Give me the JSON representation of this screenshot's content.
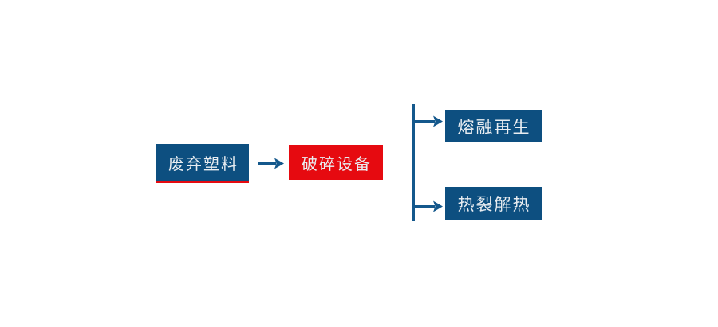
{
  "diagram": {
    "nodes": {
      "source": {
        "label": "废弃塑料"
      },
      "process": {
        "label": "破碎设备"
      },
      "output_top": {
        "label": "熔融再生"
      },
      "output_bottom": {
        "label": "热裂解热"
      }
    },
    "colors": {
      "node_blue": "#0d4f80",
      "node_red": "#e60a10",
      "underline_red": "#e60a10",
      "connector_blue": "#14588c",
      "label_text": "#e9edf1",
      "background": "#ffffff"
    }
  }
}
